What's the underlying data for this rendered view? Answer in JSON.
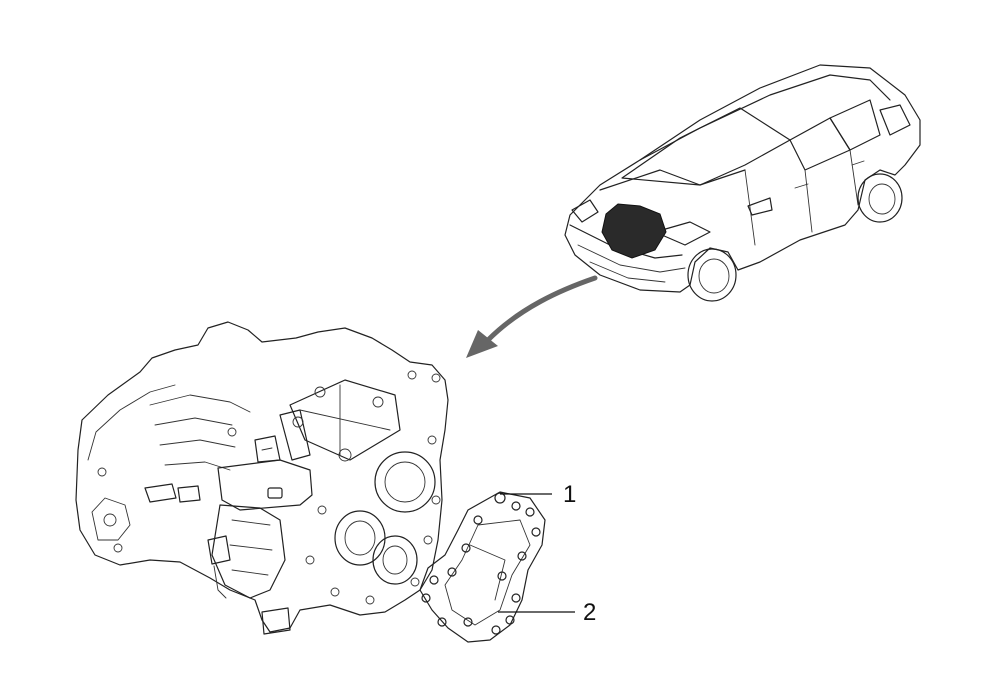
{
  "diagram": {
    "callouts": [
      {
        "id": "1",
        "label": "1"
      },
      {
        "id": "2",
        "label": "2"
      }
    ],
    "colors": {
      "line": "#222222",
      "highlight": "#2a2a2a",
      "arrow": "#666666"
    }
  }
}
